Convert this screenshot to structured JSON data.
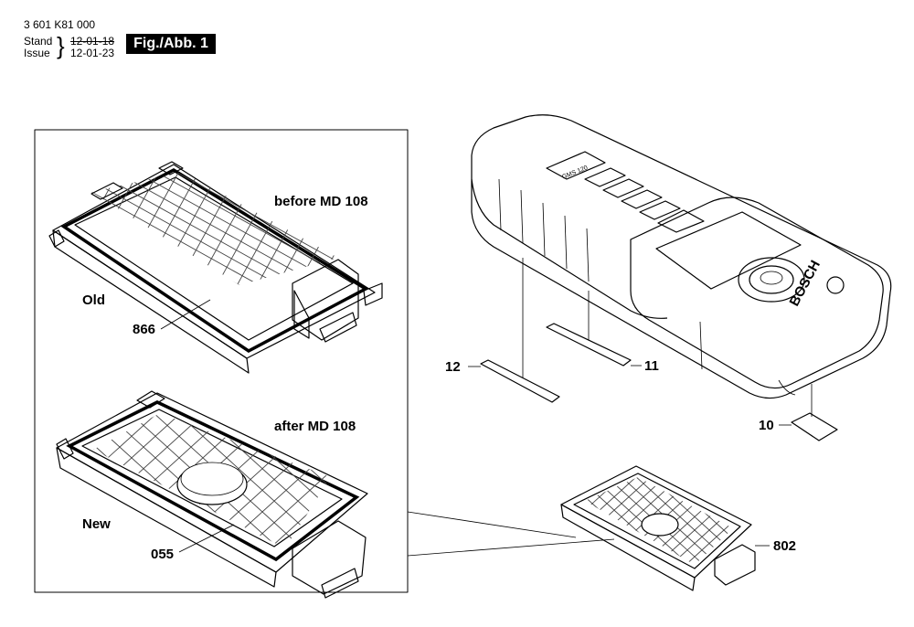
{
  "header": {
    "doc_number": "3 601 K81 000",
    "stand_label": "Stand",
    "issue_label": "Issue",
    "stand_date": "12-01-18",
    "issue_date": "12-01-23",
    "figure_label": "Fig./Abb. 1"
  },
  "inset": {
    "before_caption": "before MD 108",
    "after_caption": "after MD 108",
    "old_label": "Old",
    "new_label": "New",
    "old_part": "866",
    "new_part": "055"
  },
  "parts": {
    "p12": "12",
    "p11": "11",
    "p10": "10",
    "p802": "802"
  },
  "device": {
    "brand": "BOSCH",
    "model": "GMS 120"
  }
}
